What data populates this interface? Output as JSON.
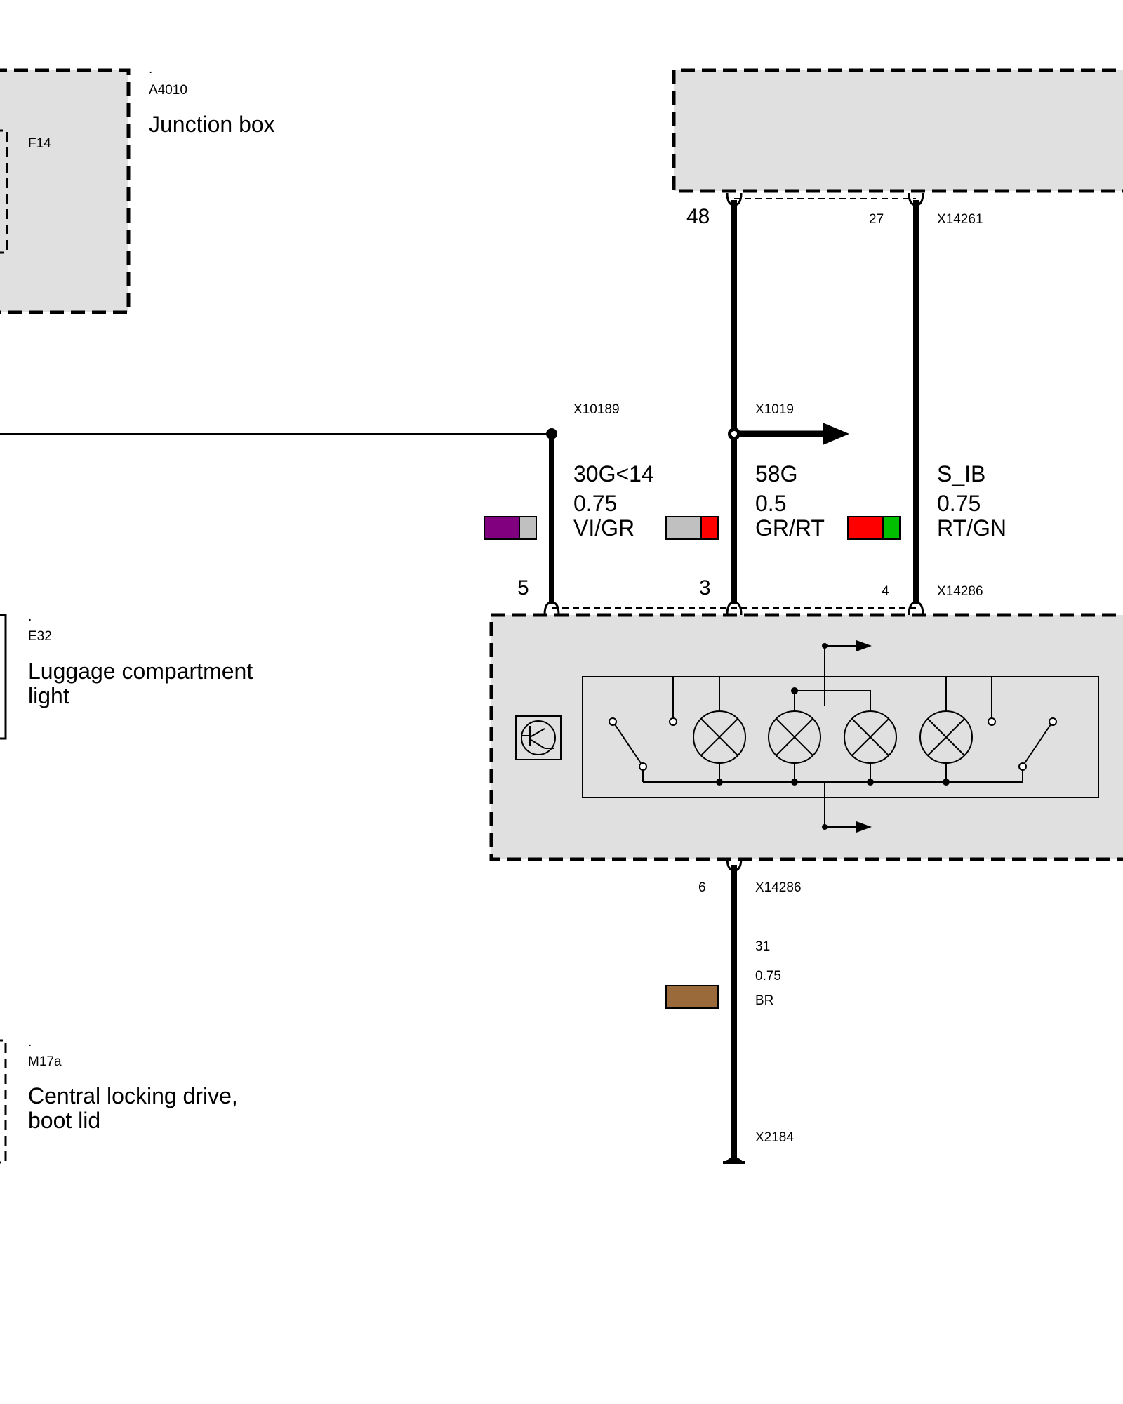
{
  "components": {
    "junction_box": {
      "dot": ".",
      "code": "A4010",
      "name": "Junction box",
      "fuse": "F14"
    },
    "luggage_light": {
      "dot": ".",
      "code": "E32",
      "name_line1": "Luggage compartment",
      "name_line2": "light"
    },
    "locking_drive": {
      "dot": ".",
      "code": "M17a",
      "name_line1": "Central locking drive,",
      "name_line2": "boot lid"
    }
  },
  "connectors": {
    "upper_module": "X14261",
    "splice_left": "X10189",
    "splice_mid": "X1019",
    "lower_module_top": "X14286",
    "lower_module_bottom": "X14286",
    "ground": "X2184"
  },
  "pins": {
    "p48": "48",
    "p27": "27",
    "p5": "5",
    "p3": "3",
    "p4": "4",
    "p6": "6"
  },
  "wires": [
    {
      "signal": "30G<14",
      "gauge": "0.75",
      "color_code": "VI/GR",
      "colors": [
        "#800080",
        "#c0c0c0"
      ]
    },
    {
      "signal": "58G",
      "gauge": "0.5",
      "color_code": "GR/RT",
      "colors": [
        "#c0c0c0",
        "#ff0000"
      ]
    },
    {
      "signal": "S_IB",
      "gauge": "0.75",
      "color_code": "RT/GN",
      "colors": [
        "#ff0000",
        "#00c000"
      ]
    },
    {
      "signal": "31",
      "gauge": "0.75",
      "color_code": "BR",
      "colors": [
        "#9b6a3a"
      ]
    }
  ],
  "module_fill": "#e0e0e0"
}
